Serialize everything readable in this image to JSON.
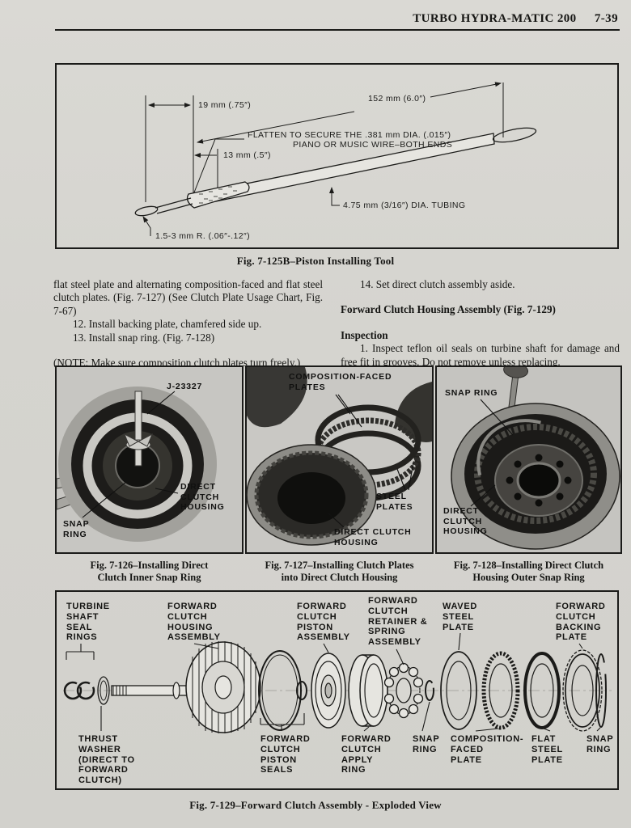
{
  "header": {
    "title": "TURBO HYDRA-MATIC 200",
    "page_number": "7-39"
  },
  "tool_figure": {
    "caption": "Fig. 7-125B–Piston Installing Tool",
    "dim_19": "19 mm (.75″)",
    "dim_152": "152 mm (6.0″)",
    "flatten_line1": "FLATTEN TO SECURE THE .381 mm DIA. (.015″)",
    "flatten_line2": "PIANO OR MUSIC WIRE–BOTH ENDS",
    "dim_13": "13 mm (.5″)",
    "dim_tubing": "4.75 mm (3/16″) DIA. TUBING",
    "dim_radius": "1.5-3 mm R. (.06″-.12″)"
  },
  "body": {
    "left": {
      "para1": "flat steel plate and alternating composition-faced and flat steel clutch plates. (Fig. 7-127) (See Clutch Plate Usage Chart, Fig. 7-67)",
      "step12": "12. Install backing plate, chamfered side up.",
      "step13": "13. Install snap ring. (Fig. 7-128)",
      "note": "(NOTE:  Make sure composition clutch plates turn freely.)"
    },
    "right": {
      "step14": "14. Set direct clutch assembly aside.",
      "heading1": "Forward Clutch Housing Assembly (Fig. 7-129)",
      "heading2": "Inspection",
      "para1": "1. Inspect teflon oil seals on turbine shaft for damage and free fit in grooves. Do not remove unless replacing."
    }
  },
  "photos": {
    "fig126": {
      "labels": {
        "tool": "J-23327",
        "housing": "DIRECT\nCLUTCH\nHOUSING",
        "snap": "SNAP\nRING"
      },
      "caption_line1": "Fig. 7-126–Installing Direct",
      "caption_line2": "Clutch Inner Snap Ring"
    },
    "fig127": {
      "labels": {
        "plates": "COMPOSITION-FACED\nPLATES",
        "steel": "STEEL\nPLATES",
        "housing": "DIRECT CLUTCH\nHOUSING"
      },
      "caption_line1": "Fig. 7-127–Installing Clutch Plates",
      "caption_line2": "into Direct Clutch Housing"
    },
    "fig128": {
      "labels": {
        "snap": "SNAP RING",
        "housing": "DIRECT\nCLUTCH\nHOUSING"
      },
      "caption_line1": "Fig. 7-128–Installing Direct Clutch",
      "caption_line2": "Housing Outer Snap Ring"
    }
  },
  "exploded": {
    "caption": "Fig. 7-129–Forward Clutch Assembly - Exploded View",
    "top_labels": [
      "TURBINE\nSHAFT\nSEAL\nRINGS",
      "FORWARD\nCLUTCH\nHOUSING\nASSEMBLY",
      "FORWARD\nCLUTCH\nPISTON\nASSEMBLY",
      "FORWARD\nCLUTCH\nRETAINER &\nSPRING\nASSEMBLY",
      "WAVED\nSTEEL\nPLATE",
      "FORWARD\nCLUTCH\nBACKING\nPLATE"
    ],
    "bottom_labels": [
      "THRUST\nWASHER\n(DIRECT TO\nFORWARD\nCLUTCH)",
      "FORWARD\nCLUTCH\nPISTON\nSEALS",
      "FORWARD\nCLUTCH\nAPPLY\nRING",
      "SNAP\nRING",
      "COMPOSITION-\nFACED\nPLATE",
      "FLAT\nSTEEL\nPLATE",
      "SNAP\nRING"
    ]
  },
  "colors": {
    "paper": "#d5d4cf",
    "ink": "#1b1b19",
    "photo_gray": "#c7c6c2"
  }
}
